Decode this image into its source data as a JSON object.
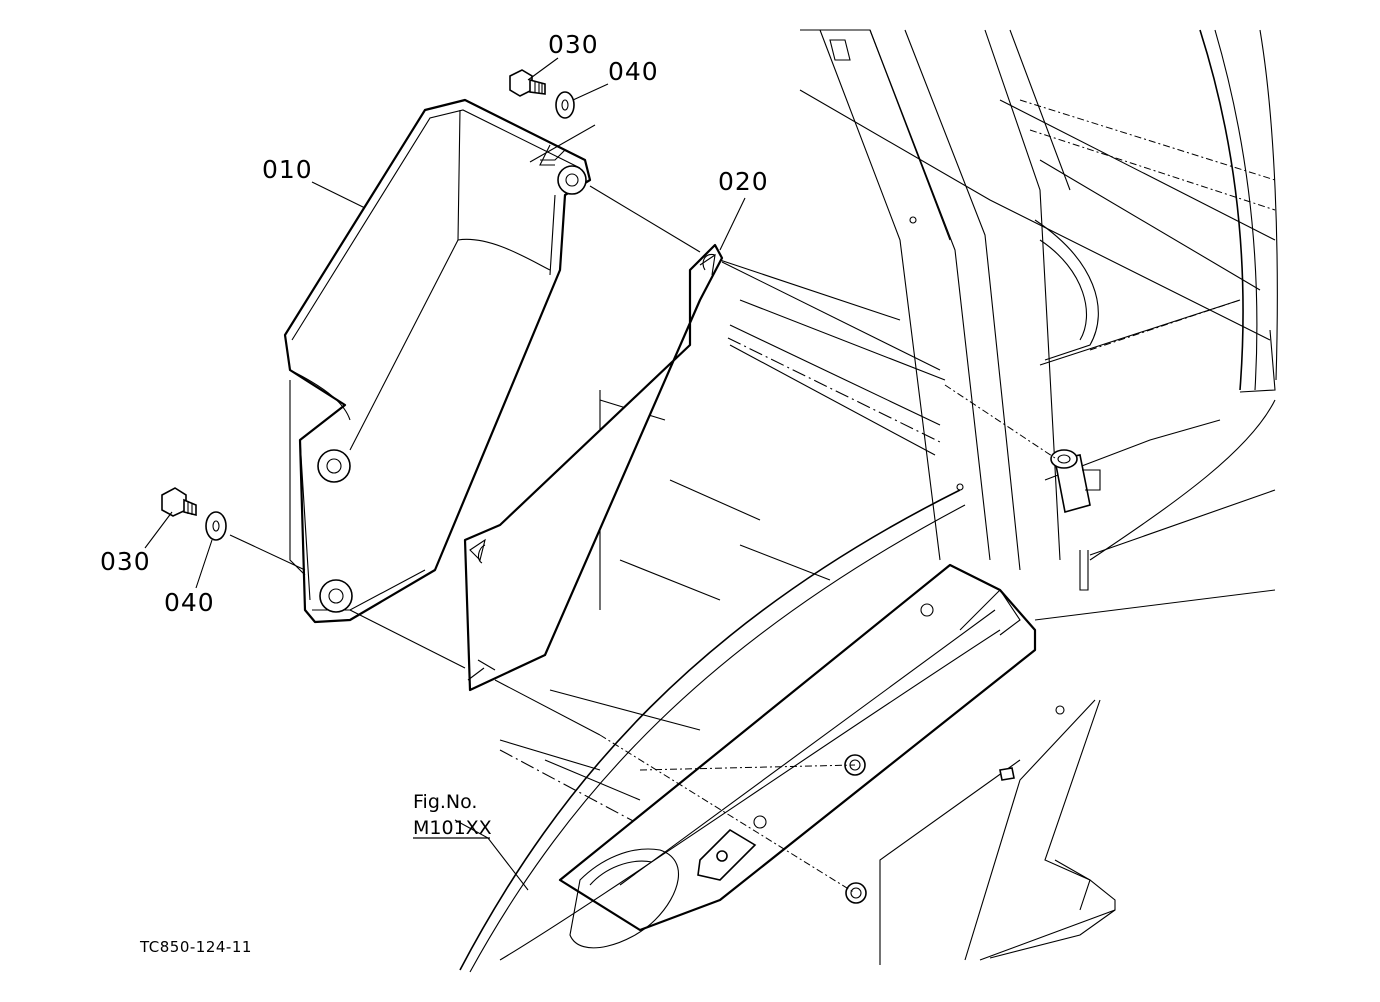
{
  "parts": [
    {
      "id": "callout-010",
      "text": "010"
    },
    {
      "id": "callout-020",
      "text": "020"
    },
    {
      "id": "callout-030-top",
      "text": "030"
    },
    {
      "id": "callout-040-top",
      "text": "040"
    },
    {
      "id": "callout-030-left",
      "text": "030"
    },
    {
      "id": "callout-040-left",
      "text": "040"
    }
  ],
  "figure_ref": {
    "line1": "Fig.No.",
    "line2": "M101XX"
  },
  "drawing_code": "TC850-124-11"
}
